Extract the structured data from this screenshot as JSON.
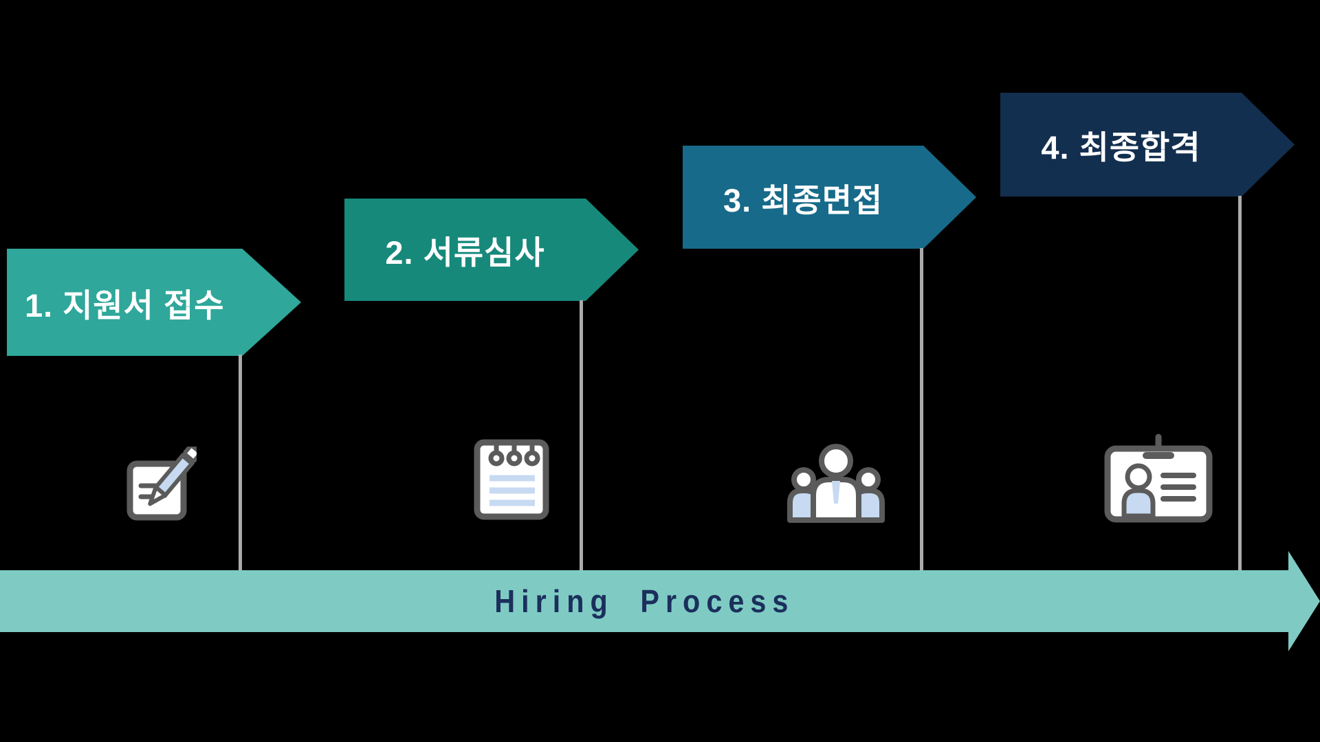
{
  "background_color": "#000000",
  "stages": [
    {
      "label": "1. 지원서 접수",
      "color": "#2FA79A",
      "icon": "pencil-edit-icon"
    },
    {
      "label": "2. 서류심사",
      "color": "#17897B",
      "icon": "notepad-icon"
    },
    {
      "label": "3. 최종면접",
      "color": "#176A89",
      "icon": "people-team-icon"
    },
    {
      "label": "4. 최종합격",
      "color": "#132F4F",
      "icon": "id-badge-icon"
    }
  ],
  "timeline": {
    "label": "Hiring Process",
    "bar_color": "#7FCBC3",
    "text_color": "#1B2F5C"
  },
  "connector_color": "#ABABAB",
  "icon_palette": {
    "outline": "#5B5B5B",
    "fill": "#FFFFFF",
    "accent": "#C7DAF2"
  }
}
